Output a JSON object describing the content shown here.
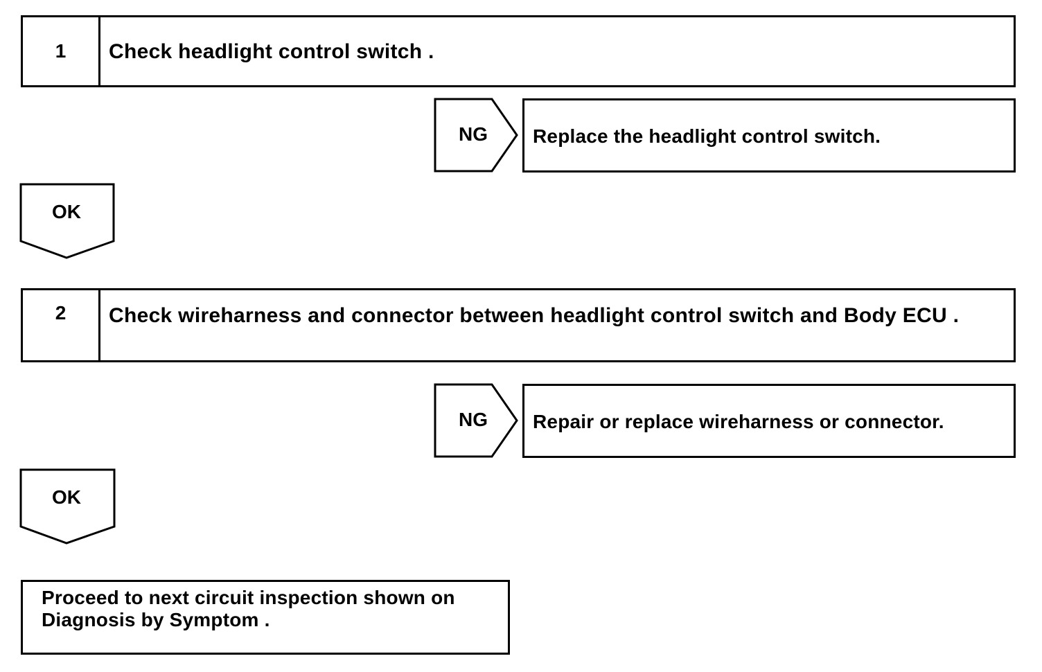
{
  "steps": [
    {
      "number": "1",
      "text": "Check headlight control switch .",
      "ng_label": "NG",
      "ng_action": "Replace the headlight control switch.",
      "ok_label": "OK"
    },
    {
      "number": "2",
      "text": "Check wireharness and connector between headlight control switch and Body ECU .",
      "ng_label": "NG",
      "ng_action": "Repair or replace wireharness or connector.",
      "ok_label": "OK"
    }
  ],
  "final": {
    "text": "Proceed to next circuit inspection shown on Diagnosis by Symptom ."
  }
}
